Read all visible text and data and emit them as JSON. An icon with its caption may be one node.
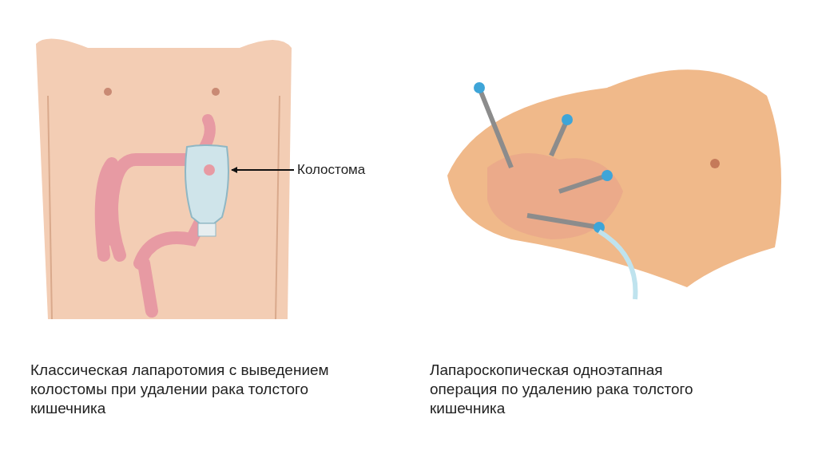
{
  "diagram": {
    "nodes": [
      {
        "text": [
          "Колостома"
        ]
      },
      {
        "text": [],
        "shape": "picture"
      }
    ],
    "edges": [
      {
        "from": 0,
        "to": 1,
        "arrow": "to"
      }
    ],
    "labels": [
      "Классическая лапаротомия с выведением колостомы при удалении рака толстого кишечника",
      "Лапароскопическая одноэтапная операция по удалению рака толстого кишечника"
    ]
  }
}
